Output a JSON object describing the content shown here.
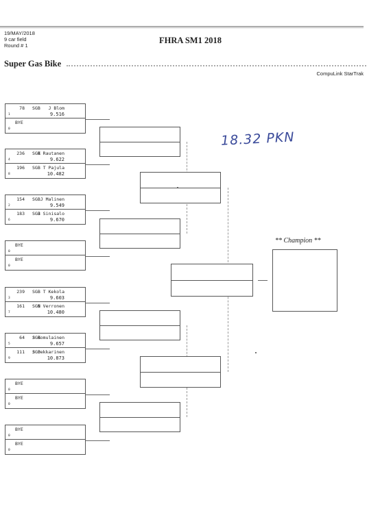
{
  "header": {
    "date": "19/MAY/2018",
    "field": "9 car field",
    "round": "Round # 1",
    "title": "FHRA SM1 2018",
    "class_name": "Super Gas Bike",
    "software": "CompuLink StarTrak"
  },
  "bracket": {
    "entries": [
      {
        "car": "78",
        "cls": "SGB",
        "name": "J Blom",
        "time": "9.516",
        "seed": "1"
      },
      {
        "bye": "BYE",
        "seed": "0"
      },
      {
        "car": "236",
        "cls": "SGB",
        "name": "K Rautanen",
        "time": "9.622",
        "seed": "4"
      },
      {
        "car": "196",
        "cls": "SGB",
        "name": "T Pajula",
        "time": "10.482",
        "seed": "8"
      },
      {
        "car": "154",
        "cls": "SGB",
        "name": "J Malinen",
        "time": "9.549",
        "seed": "2"
      },
      {
        "car": "183",
        "cls": "SGB",
        "name": "J Sinisalo",
        "time": "9.670",
        "seed": "6"
      },
      {
        "bye": "BYE",
        "seed": "0"
      },
      {
        "bye": "BYE",
        "seed": "0"
      },
      {
        "car": "239",
        "cls": "SGB",
        "name": "T Kekola",
        "time": "9.603",
        "seed": "3"
      },
      {
        "car": "161",
        "cls": "SGB",
        "name": "N Verronen",
        "time": "10.480",
        "seed": "7"
      },
      {
        "car": "64",
        "cls": "SGB",
        "name": "J Komulainen",
        "time": "9.657",
        "seed": "5"
      },
      {
        "car": "111",
        "cls": "SGB",
        "name": "J Pekkarinen",
        "time": "10.873",
        "seed": "9"
      },
      {
        "bye": "BYE",
        "seed": "0"
      },
      {
        "bye": "BYE",
        "seed": "0"
      },
      {
        "bye": "BYE",
        "seed": "0"
      },
      {
        "bye": "BYE",
        "seed": "0"
      }
    ],
    "champion_label": "** Champion **",
    "handwritten_note": "18.32 PKN"
  }
}
